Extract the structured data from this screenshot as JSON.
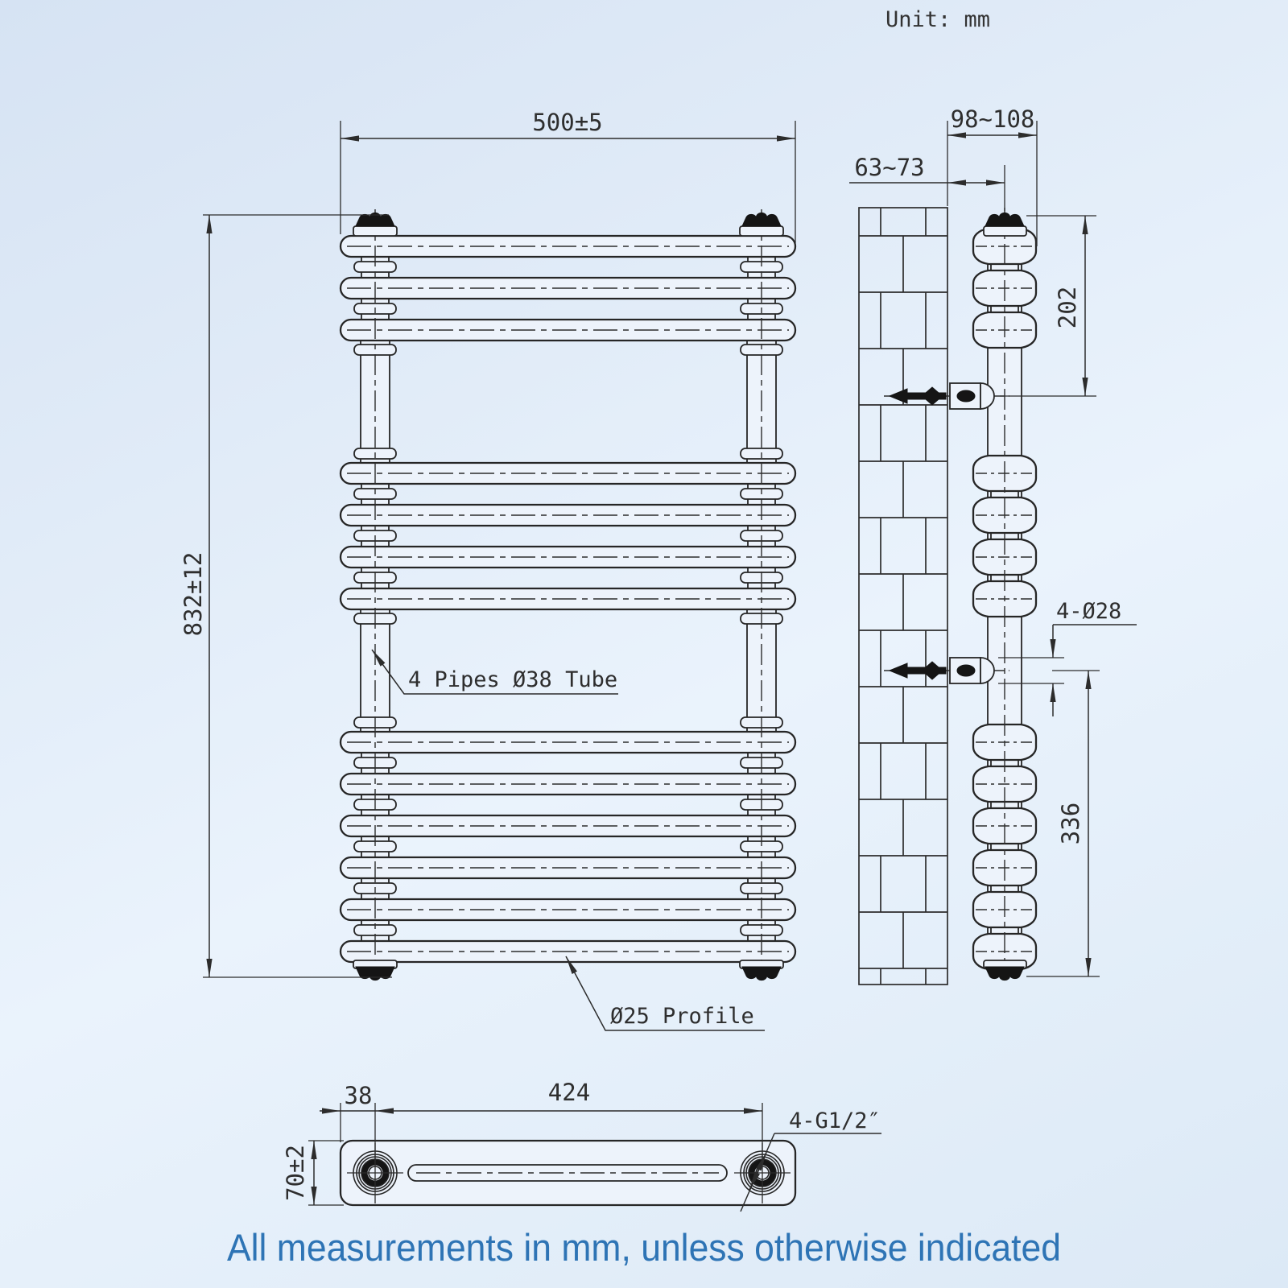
{
  "page": {
    "unit_note": "Unit: mm",
    "caption": "All measurements in mm, unless otherwise indicated"
  },
  "front_view": {
    "title": "front-elevation-of-towel-radiator",
    "rail_count": 13,
    "rail_groups": [
      3,
      4,
      6
    ],
    "width_dim": "500±5",
    "height_dim": "832±12",
    "pipes_label": "4 Pipes Ø38 Tube",
    "profile_label": "Ø25 Profile"
  },
  "side_view": {
    "title": "side-elevation-on-wall",
    "depth_dim": "98~108",
    "wall_offset_dim": "63~73",
    "top_to_bracket_dim": "202",
    "bracket_bore_dim": "4-Ø28",
    "bracket_to_bottom_dim": "336"
  },
  "bottom_view": {
    "title": "plan-view-of-manifold",
    "edge_to_port_dim": "38",
    "port_centres_dim": "424",
    "depth_dim": "70±2",
    "thread_label": "4-G1/2″"
  },
  "colors": {
    "caption": "#2e74b5",
    "line": "#262626",
    "background_top": "#d6e3f3",
    "background_mid": "#eaf3fc"
  }
}
